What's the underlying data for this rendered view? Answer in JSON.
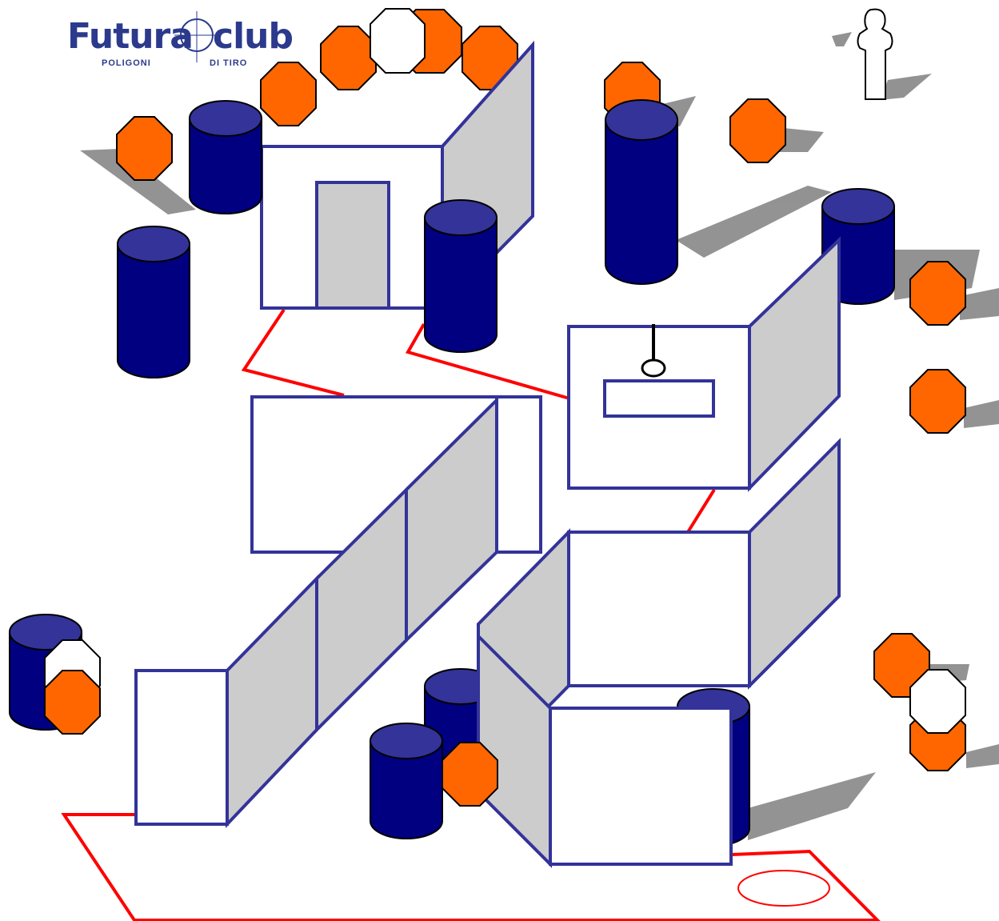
{
  "logo": {
    "brand_left": "Futura",
    "brand_right": "club",
    "tagline_left": "POLIGONI",
    "tagline_right": "DI TIRO"
  },
  "colors": {
    "target_orange": "#ff6600",
    "no_shoot_white": "#ffffff",
    "barrel_top": "#333399",
    "barrel_body": "#000080",
    "wall_outline": "#333399",
    "wall_side_fill": "#cccccc",
    "shadow": "#808080",
    "course_line": "#ff0000"
  },
  "icons": {
    "shooter": "shooter-silhouette-icon",
    "steel_target": "octagon-target-icon",
    "no_shoot": "no-shoot-octagon-icon",
    "barrel": "barrel-icon",
    "hanging_target": "hanging-ring-target-icon"
  }
}
